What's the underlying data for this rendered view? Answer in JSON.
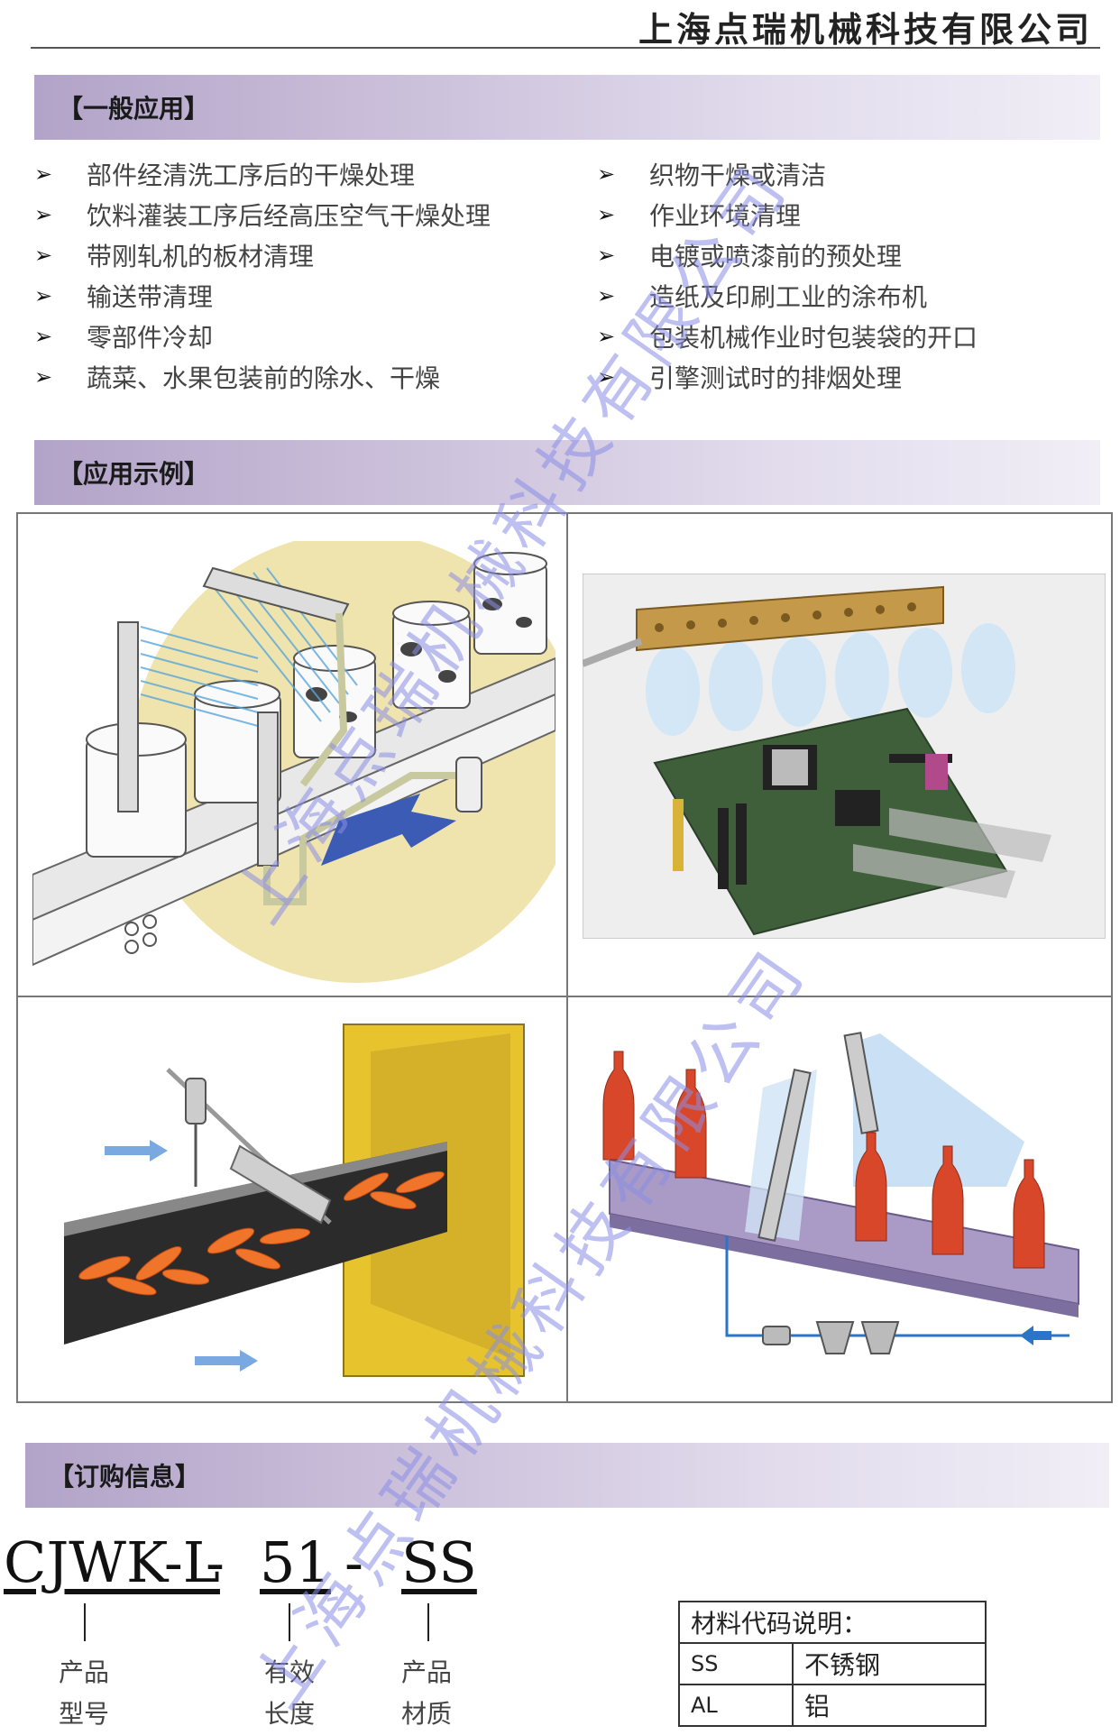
{
  "header": {
    "company": "上海点瑞机械科技有限公司"
  },
  "sections": {
    "general": "【一般应用】",
    "examples": "【应用示例】",
    "ordering": "【订购信息】"
  },
  "bullets_left": [
    "部件经清洗工序后的干燥处理",
    "饮料灌装工序后经高压空气干燥处理",
    "带刚轧机的板材清理",
    "输送带清理",
    "零部件冷却",
    "蔬菜、水果包装前的除水、干燥"
  ],
  "bullets_right": [
    "织物干燥或清洁",
    "作业环境清理",
    "电镀或喷漆前的预处理",
    "造纸及印刷工业的涂布机",
    "包装机械作业时包装袋的开口",
    "引擎测试时的排烟处理"
  ],
  "bullet_symbol": "➢",
  "order_code": {
    "model": "CJWK-L",
    "dash1": "-",
    "length": "51",
    "dash2": "-",
    "material": "SS"
  },
  "captions": {
    "model": [
      "产品",
      "型号"
    ],
    "length": [
      "有效",
      "长度"
    ],
    "material": [
      "产品",
      "材质"
    ]
  },
  "material_table": {
    "title": "材料代码说明：",
    "rows": [
      {
        "code": "SS",
        "name": "不锈钢"
      },
      {
        "code": "AL",
        "name": "铝"
      }
    ]
  },
  "watermark": "上海点瑞机械科技有限公司",
  "colors": {
    "band_start": "#b2a3c8",
    "band_end": "#f1eef6",
    "watermark": "#8a8ee6",
    "arrow_blue": "#3b5bb5",
    "conveyor_purple": "#a99ac6"
  }
}
